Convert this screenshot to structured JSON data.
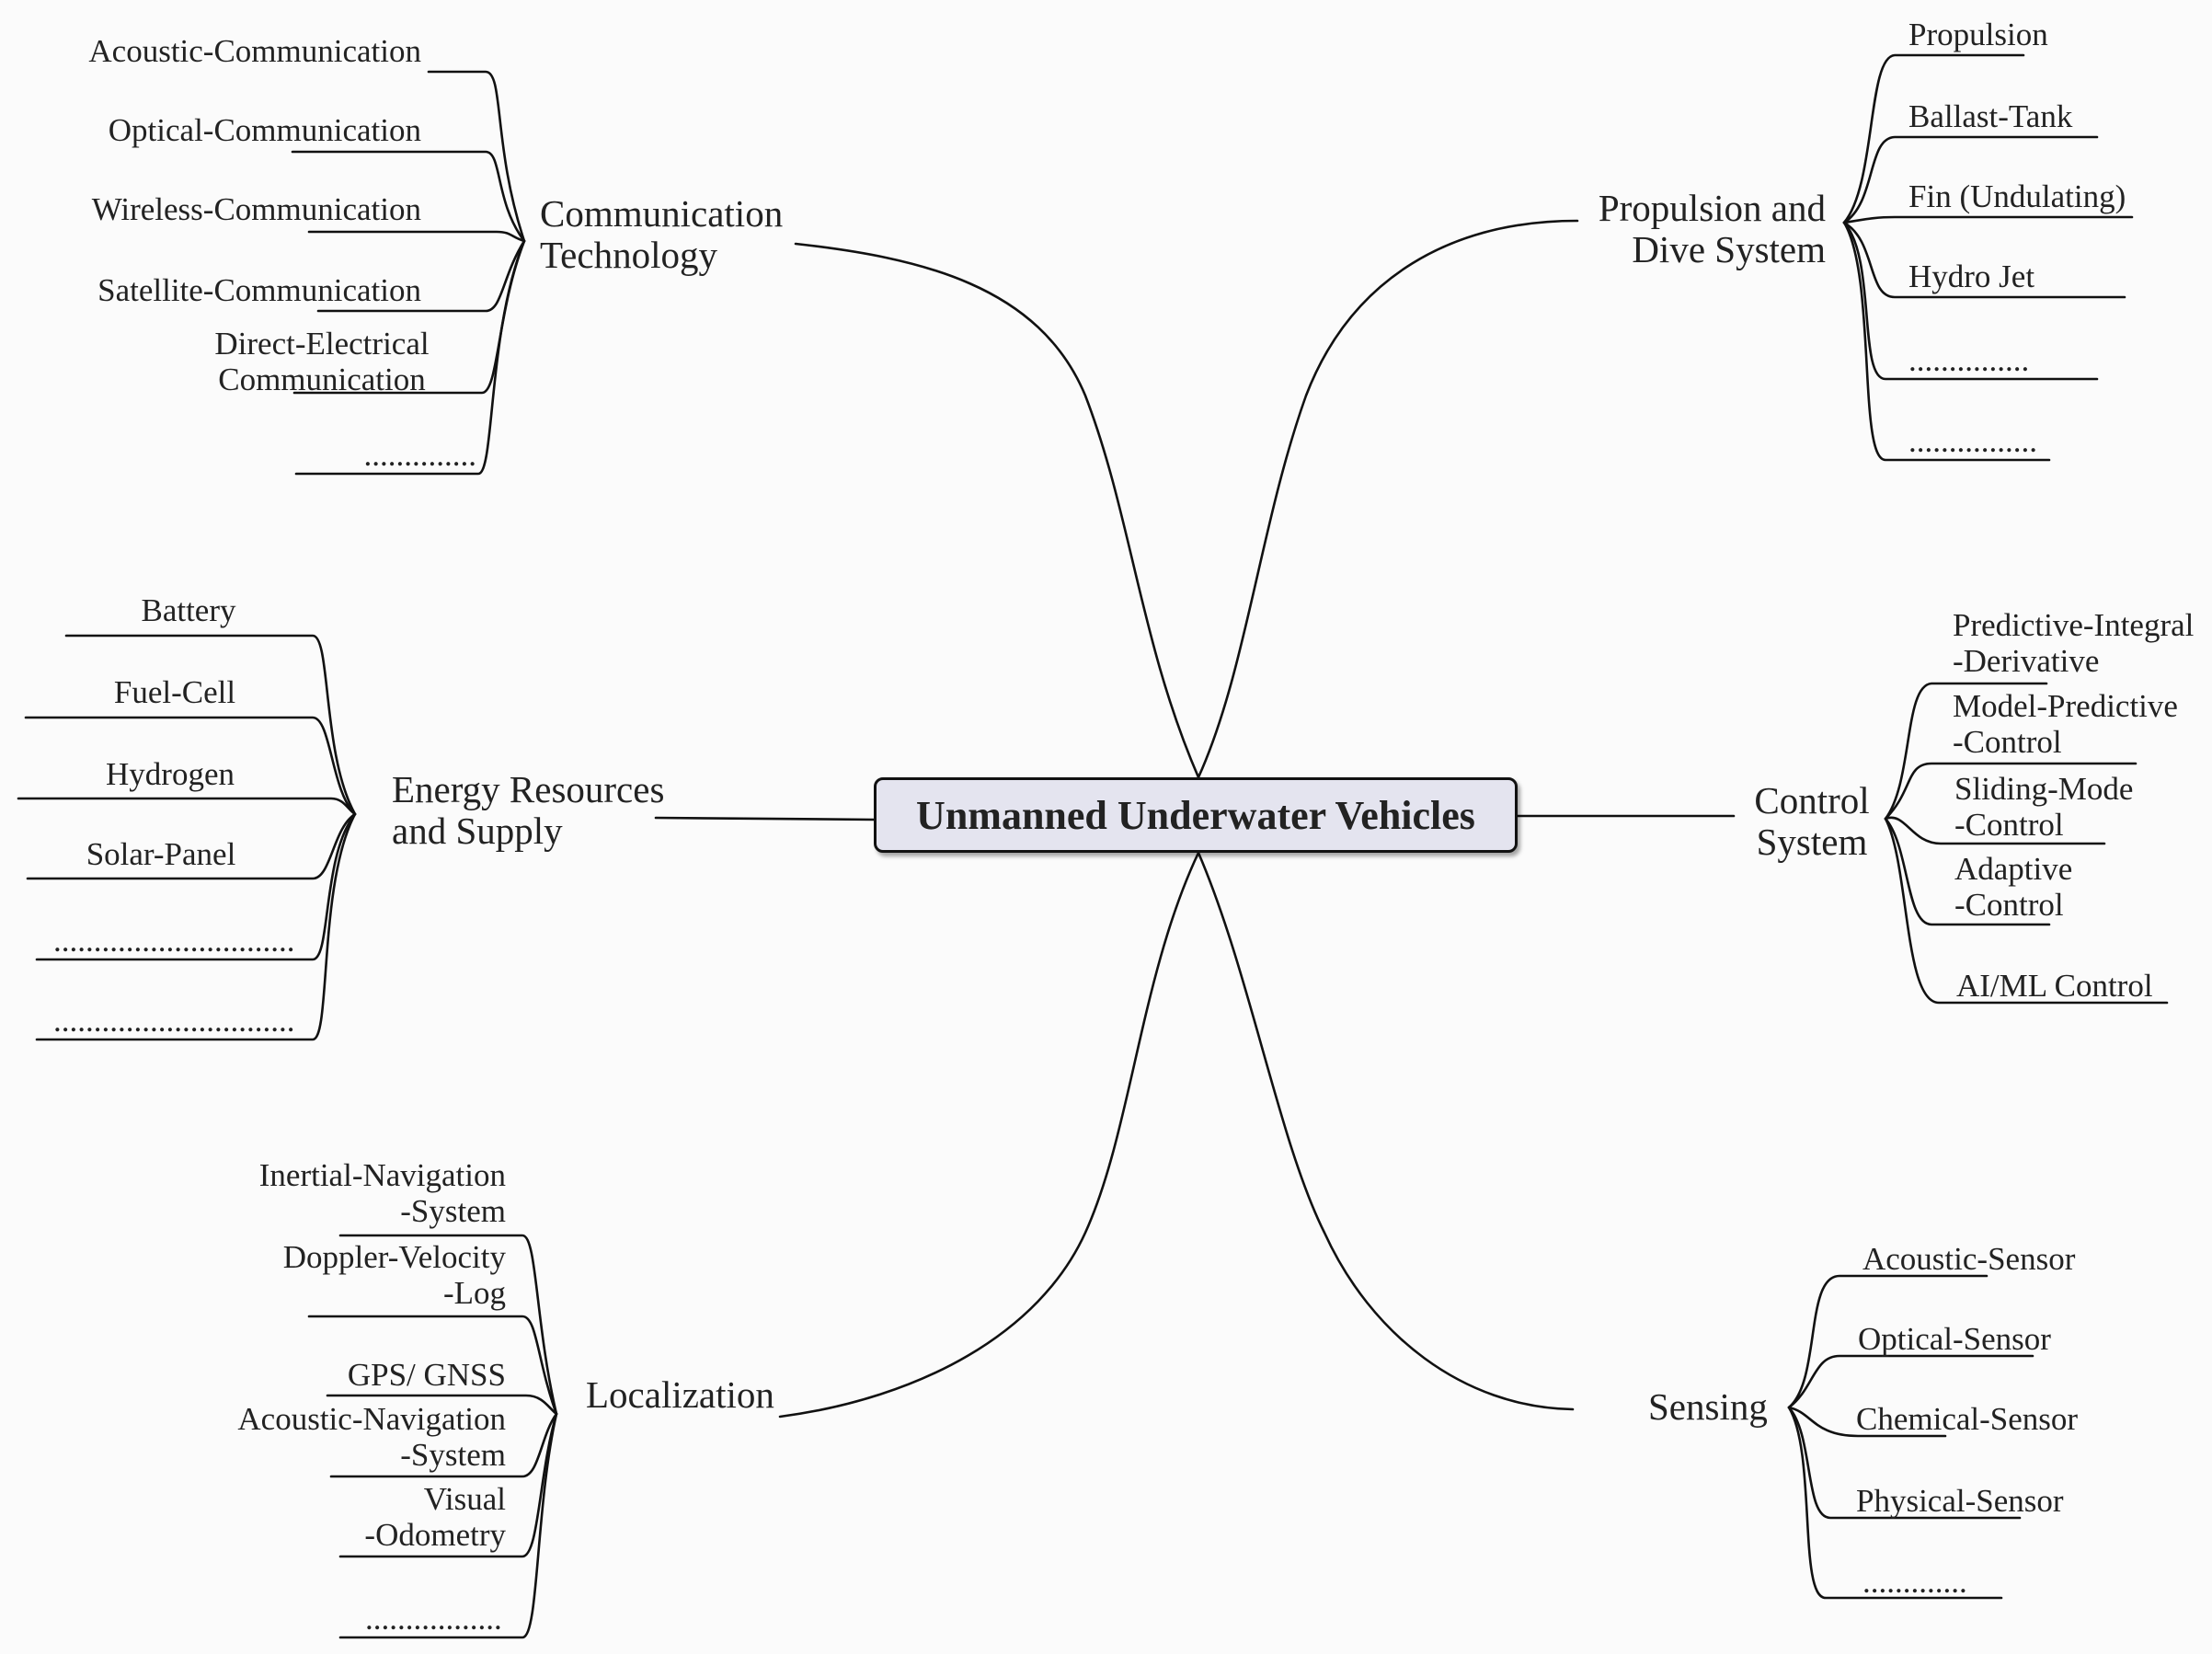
{
  "central_topic": "Unmanned Underwater Vehicles",
  "branches": {
    "communication": {
      "label": "Communication\nTechnology",
      "items": [
        "Acoustic-Communication",
        "Optical-Communication",
        "Wireless-Communication",
        "Satellite-Communication",
        "Direct-Electrical\nCommunication",
        ".............."
      ]
    },
    "propulsion": {
      "label": "Propulsion and\nDive System",
      "items": [
        "Propulsion",
        "Ballast-Tank",
        "Fin (Undulating)",
        "Hydro Jet",
        "...............",
        "................"
      ]
    },
    "energy": {
      "label": "Energy Resources\nand Supply",
      "items": [
        "Battery",
        "Fuel-Cell",
        "Hydrogen",
        "Solar-Panel",
        "..............................",
        ".............................."
      ]
    },
    "control": {
      "label": "Control\nSystem",
      "items": [
        "Predictive-Integral\n-Derivative",
        "Model-Predictive\n-Control",
        "Sliding-Mode\n-Control",
        "Adaptive\n-Control",
        "AI/ML Control"
      ]
    },
    "localization": {
      "label": "Localization",
      "items": [
        "Inertial-Navigation\n-System",
        "Doppler-Velocity\n-Log",
        "GPS/ GNSS",
        "Acoustic-Navigation\n-System",
        "Visual\n-Odometry",
        "................."
      ]
    },
    "sensing": {
      "label": "Sensing",
      "items": [
        "Acoustic-Sensor",
        "Optical-Sensor",
        "Chemical-Sensor",
        "Physical-Sensor",
        "............."
      ]
    }
  }
}
